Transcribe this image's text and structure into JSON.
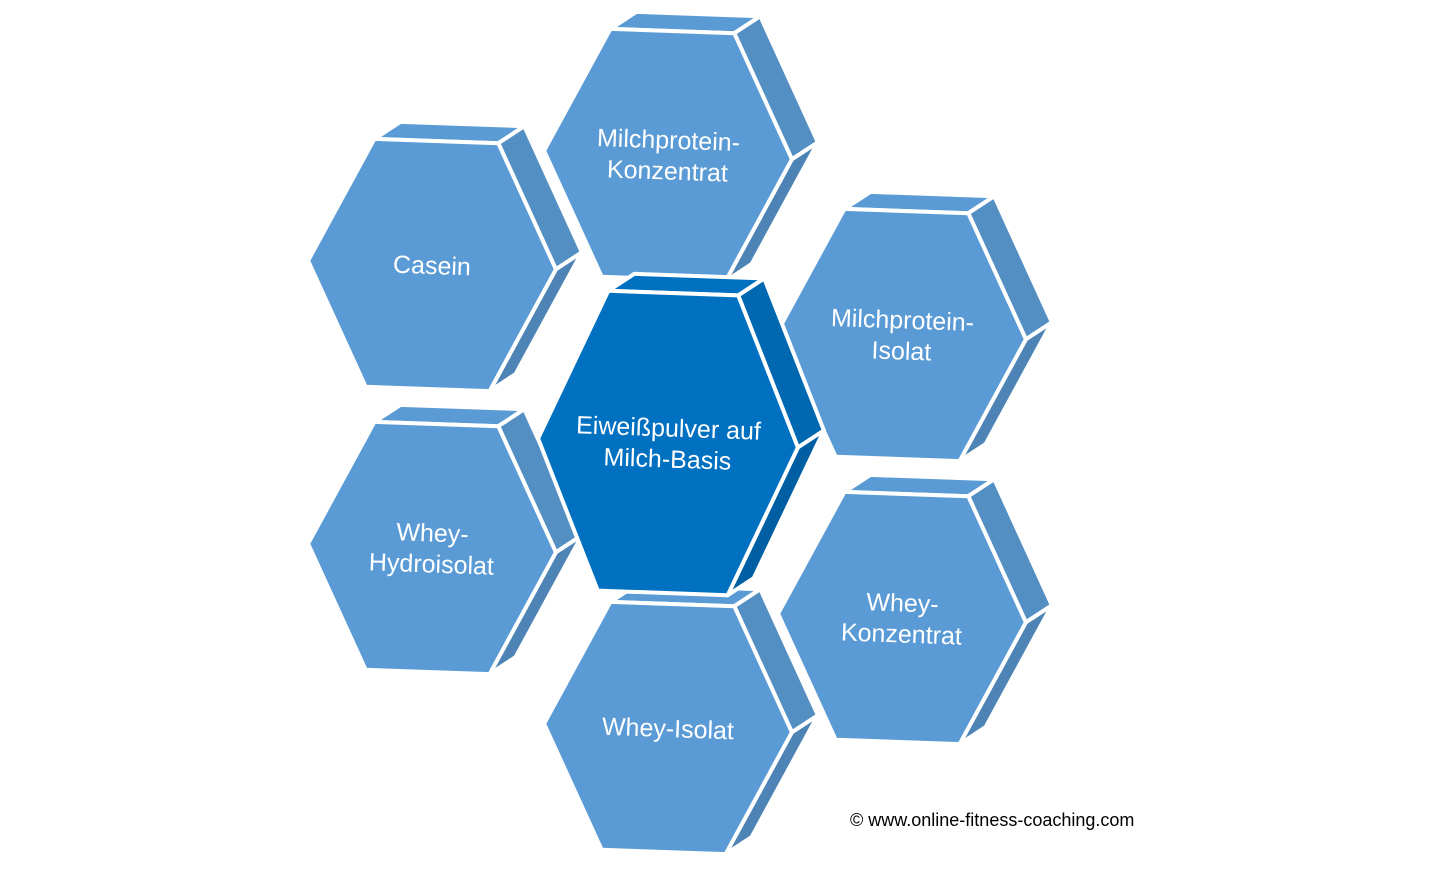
{
  "colors": {
    "outer_face": "#5b9bd5",
    "outer_side": "#5b9bd5",
    "center_face": "#0070c0",
    "center_side": "#0070c0",
    "edge": "#ffffff",
    "text": "#ffffff"
  },
  "center": {
    "lines": [
      "Eiweißpulver auf",
      "Milch-Basis"
    ]
  },
  "hexagons": [
    {
      "id": "milchprotein-konzentrat",
      "lines": [
        "Milchprotein-",
        "Konzentrat"
      ]
    },
    {
      "id": "casein",
      "lines": [
        "Casein"
      ]
    },
    {
      "id": "milchprotein-isolat",
      "lines": [
        "Milchprotein-",
        "Isolat"
      ]
    },
    {
      "id": "whey-hydroisolat",
      "lines": [
        "Whey-",
        "Hydroisolat"
      ]
    },
    {
      "id": "whey-konzentrat",
      "lines": [
        "Whey-",
        "Konzentrat"
      ]
    },
    {
      "id": "whey-isolat",
      "lines": [
        "Whey-Isolat"
      ]
    }
  ],
  "footer": {
    "copyright": "© www.online-fitness-coaching.com"
  }
}
